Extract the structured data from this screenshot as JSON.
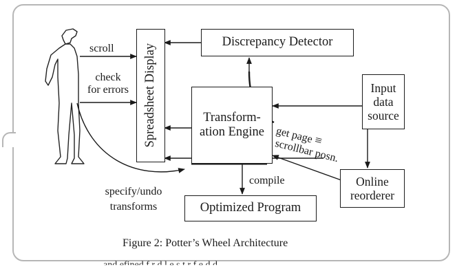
{
  "diagram": {
    "boxes": {
      "discrepancy_detector": "Discrepancy Detector",
      "spreadsheet_display": "Spreadsheet Display",
      "transformation_engine_line1": "Transform-",
      "transformation_engine_line2": "ation Engine",
      "input_source_line1": "Input",
      "input_source_line2": "data",
      "input_source_line3": "source",
      "online_reorderer_line1": "Online",
      "online_reorderer_line2": "reorderer",
      "optimized_program": "Optimized Program"
    },
    "edge_labels": {
      "scroll": "scroll",
      "check_for_errors_line1": "check",
      "check_for_errors_line2": "for errors",
      "get_page_line1": "get page",
      "get_page_line2": "scrollbar posn.",
      "equiv_symbol": "≡",
      "compile": "compile",
      "specify_undo_line1": "specify/undo",
      "specify_undo_line2": "transforms"
    },
    "caption": "Figure 2: Potter’s Wheel Architecture",
    "bottom_fragment": "and efined f r d l e s  t    r  f      e     d d"
  }
}
